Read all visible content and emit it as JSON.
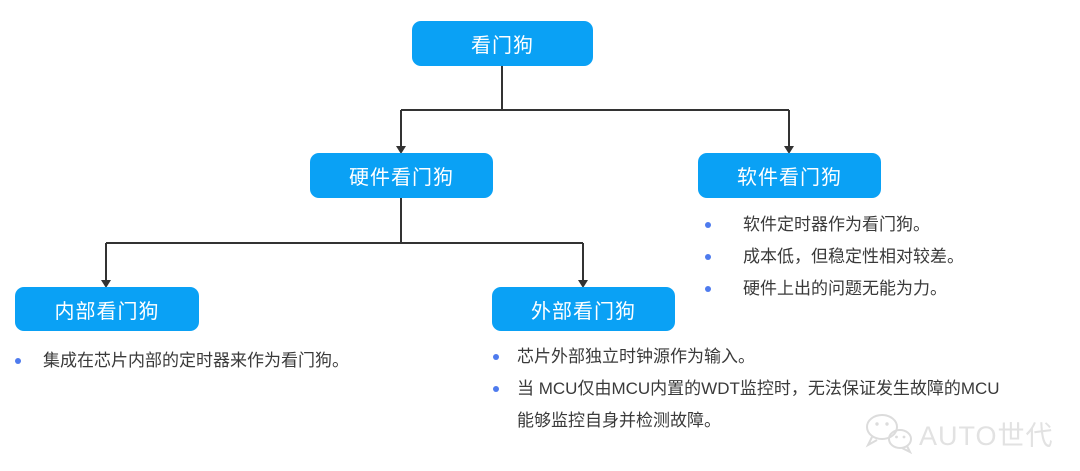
{
  "diagram": {
    "root": {
      "label": "看门狗"
    },
    "hardware": {
      "label": "硬件看门狗"
    },
    "software": {
      "label": "软件看门狗",
      "bullets": [
        "软件定时器作为看门狗。",
        "成本低，但稳定性相对较差。",
        "硬件上出的问题无能为力。"
      ]
    },
    "internal": {
      "label": "内部看门狗",
      "bullets": [
        "集成在芯片内部的定时器来作为看门狗。"
      ]
    },
    "external": {
      "label": "外部看门狗",
      "bullets": [
        "芯片外部独立时钟源作为输入。",
        "当 MCU仅由MCU内置的WDT监控时，无法保证发生故障的MCU能够监控自身并检测故障。"
      ]
    },
    "colors": {
      "node_background": "#0AA1F5",
      "node_text": "#FFFFFF",
      "connector": "#333333",
      "bullet_dot": "#4E7BEE",
      "body_text": "#3A3A3A"
    }
  },
  "watermark": {
    "icon": "wechat-icon",
    "text": "AUTO世代",
    "color": "#E2E2E2"
  }
}
